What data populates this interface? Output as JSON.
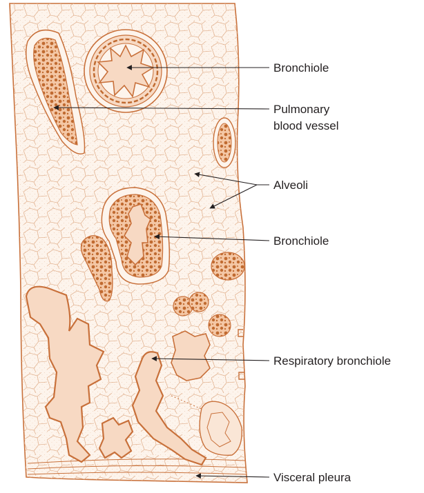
{
  "figure": {
    "labels": {
      "bronchiole_top": "Bronchiole",
      "pulmonary_line1": "Pulmonary",
      "pulmonary_line2": "blood vessel",
      "alveoli": "Alveoli",
      "bronchiole_mid": "Bronchiole",
      "respiratory_bronchiole": "Respiratory bronchiole",
      "visceral_pleura": "Visceral pleura"
    },
    "colors": {
      "tissue_outline": "#c8703a",
      "tissue_fill": "#fdf4ec",
      "wall_fill": "#f7d9c3",
      "dark_tissue": "#c06a30",
      "alveoli_lines": "#e2b493",
      "stipple": "#d48a55",
      "leader_line": "#231f20",
      "label_text": "#231f20"
    }
  }
}
